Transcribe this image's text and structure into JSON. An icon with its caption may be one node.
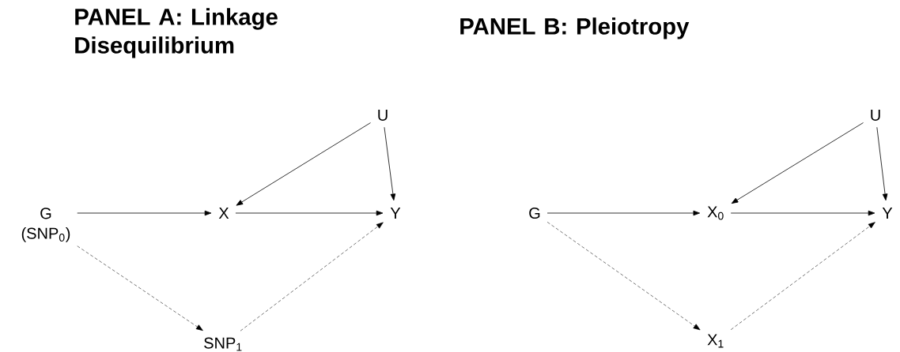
{
  "diagram": {
    "nodes": [
      {
        "text": [
          "U"
        ]
      },
      {
        "text": [
          "G",
          "(SNP$_{0}$)"
        ]
      },
      {
        "text": [
          "X"
        ]
      },
      {
        "text": [
          "Y"
        ]
      },
      {
        "text": [
          "SNP$_{1}$"
        ]
      },
      {
        "text": [
          "U"
        ]
      },
      {
        "text": [
          "G"
        ]
      },
      {
        "text": [
          "X$_{0}$"
        ]
      },
      {
        "text": [
          "Y"
        ]
      },
      {
        "text": [
          "X$_{1}$"
        ]
      }
    ],
    "edges": [
      {
        "from": 0,
        "to": 2,
        "arrow": "to"
      },
      {
        "from": 0,
        "to": 3,
        "arrow": "to"
      },
      {
        "from": 1,
        "to": 2,
        "arrow": "to"
      },
      {
        "from": 2,
        "to": 3,
        "arrow": "to"
      },
      {
        "from": 1,
        "to": 4,
        "arrow": "to",
        "style": "dashed"
      },
      {
        "from": 4,
        "to": 3,
        "arrow": "to",
        "style": "dashed"
      },
      {
        "from": 5,
        "to": 7,
        "arrow": "to"
      },
      {
        "from": 5,
        "to": 8,
        "arrow": "to"
      },
      {
        "from": 6,
        "to": 7,
        "arrow": "to"
      },
      {
        "from": 7,
        "to": 8,
        "arrow": "to"
      },
      {
        "from": 6,
        "to": 9,
        "arrow": "to",
        "style": "dashed"
      },
      {
        "from": 9,
        "to": 8,
        "arrow": "to",
        "style": "dashed"
      }
    ],
    "labels": [
      "PANEL A: Linkage Disequilibrium",
      "PANEL B: Pleiotropy"
    ]
  }
}
